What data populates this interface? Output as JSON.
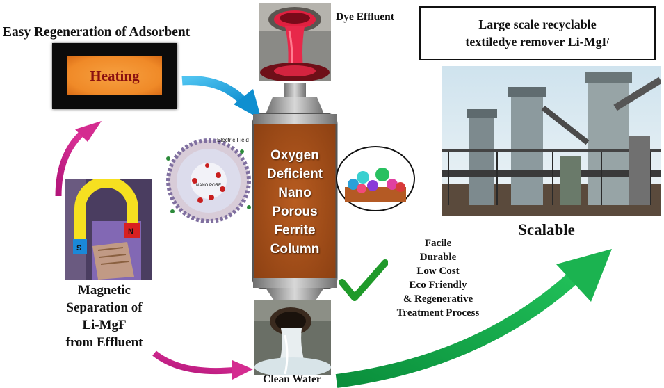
{
  "regeneration_title": "Easy Regeneration of Adsorbent",
  "heating_label": "Heating",
  "dye_effluent_label": "Dye Effluent",
  "title_box": {
    "line1": "Large scale recyclable",
    "line2": "textiledye remover Li-MgF"
  },
  "scalable_label": "Scalable",
  "column_text": [
    "Oxygen",
    "Deficient",
    "Nano",
    "Porous",
    "Ferrite",
    "Column"
  ],
  "nanoparticle": {
    "electric_field_label": "Electric Field",
    "nano_pore_label": "NANO PORE"
  },
  "magnet": {
    "pole_n": "N",
    "pole_s": "S"
  },
  "magnetic_separation_label": [
    "Magnetic",
    "Separation of",
    "Li-MgF",
    "from Effluent"
  ],
  "clean_water_label": "Clean Water",
  "features": [
    "Facile",
    "Durable",
    "Low Cost",
    "Eco Friendly",
    "& Regenerative",
    "Treatment Process"
  ],
  "colors": {
    "heating_bg": "#f08a28",
    "heating_text": "#8a1010",
    "column_brown": "#a8521c",
    "arrow_blue": "#1aa6e0",
    "arrow_magenta": "#d0278c",
    "arrow_green": "#13a84b",
    "check_green": "#1f9a2a"
  }
}
